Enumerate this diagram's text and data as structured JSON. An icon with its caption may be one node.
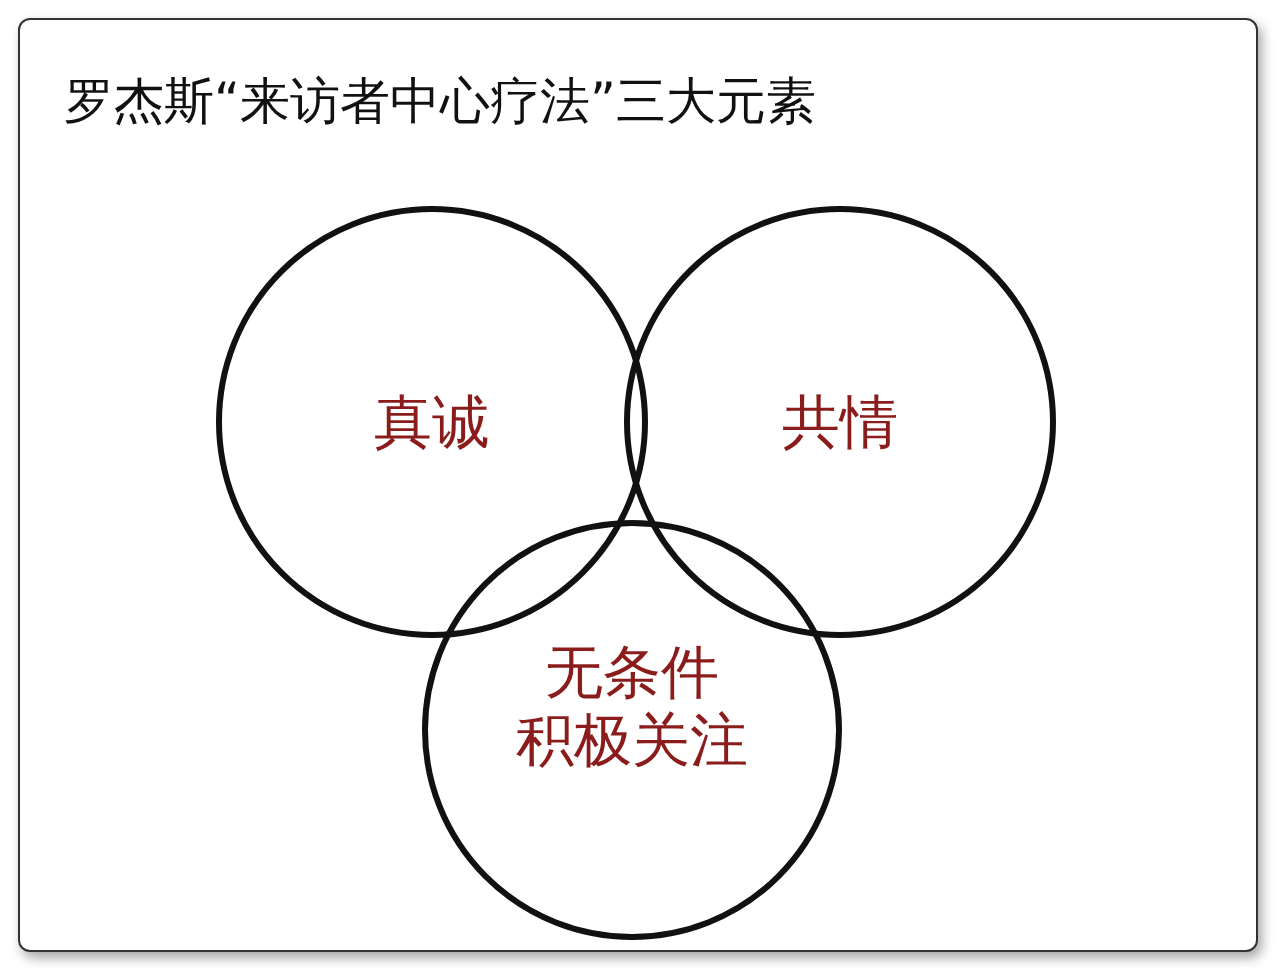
{
  "diagram": {
    "title": "罗杰斯“来访者中心疗法”三大元素",
    "nodes": [
      {
        "text": [
          "真诚"
        ]
      },
      {
        "text": [
          "共情"
        ]
      },
      {
        "text": [
          "无条件积极关注"
        ]
      }
    ]
  }
}
